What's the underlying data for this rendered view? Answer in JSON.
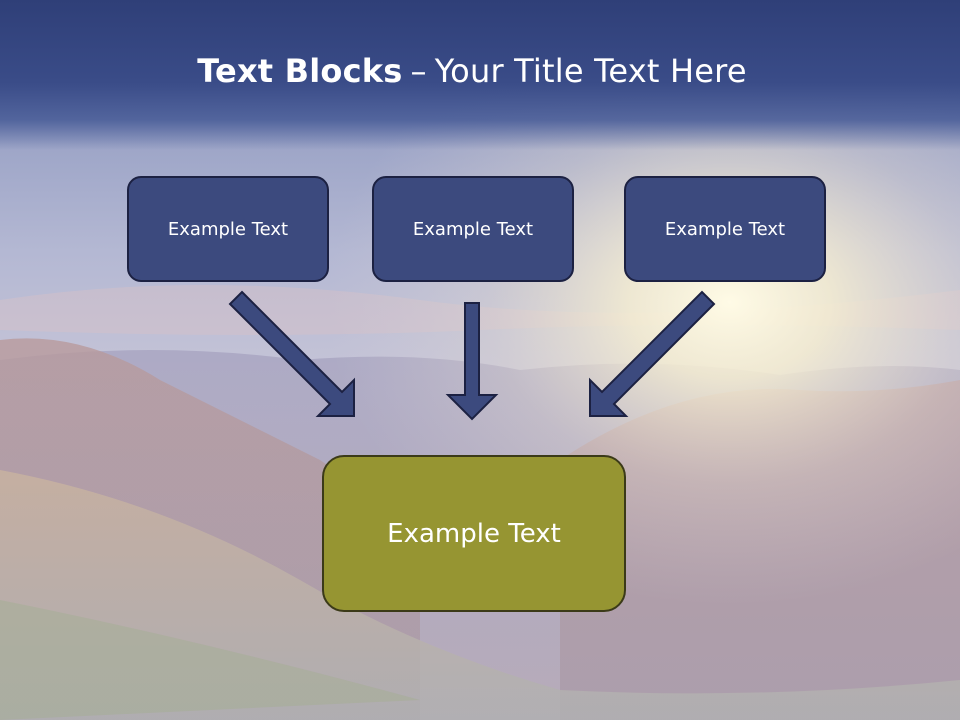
{
  "slide": {
    "title_bold": "Text Blocks",
    "title_separator": "–",
    "title_rest": "Your Title Text Here"
  },
  "boxes": {
    "top": [
      {
        "label": "Example Text"
      },
      {
        "label": "Example Text"
      },
      {
        "label": "Example Text"
      }
    ],
    "main": {
      "label": "Example Text"
    }
  },
  "colors": {
    "title_bar": "#34457f",
    "box_fill": "#3c4a7e",
    "box_border": "#1c2142",
    "main_fill": "#969532",
    "main_border": "#3b3a18",
    "arrow_fill": "#3c4a7e",
    "arrow_stroke": "#1c2142"
  }
}
